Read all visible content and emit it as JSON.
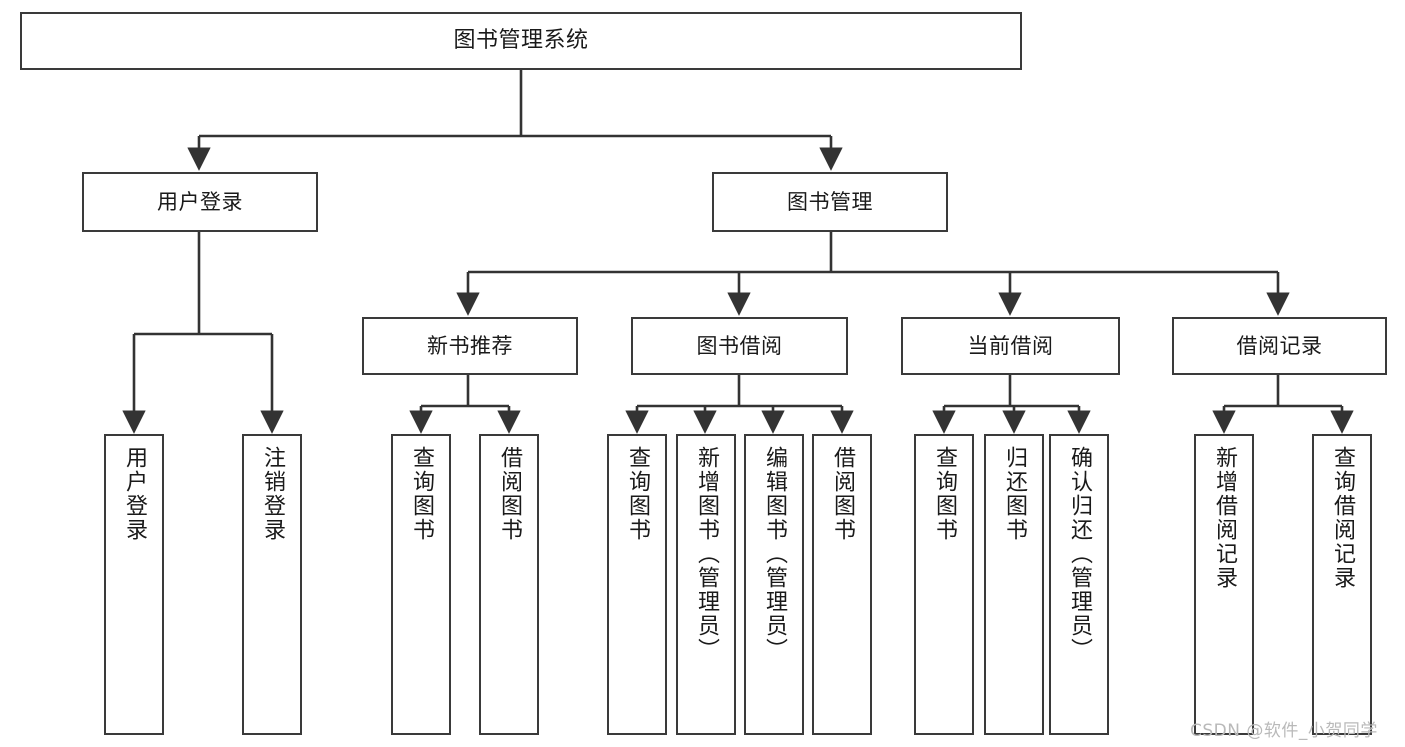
{
  "diagram": {
    "type": "hierarchy-tree",
    "title": "图书管理系统",
    "orientation": "top-down",
    "levels": 4,
    "colors": {
      "node_border": "#3a3a3a",
      "node_fill": "#ffffff",
      "connector": "#333333",
      "text": "#1a1a1a",
      "watermark": "#b9b9b9",
      "background": "#ffffff"
    },
    "root": {
      "label": "图书管理系统"
    },
    "level2": [
      {
        "label": "用户登录"
      },
      {
        "label": "图书管理"
      }
    ],
    "level3": [
      {
        "label": "新书推荐"
      },
      {
        "label": "图书借阅"
      },
      {
        "label": "当前借阅"
      },
      {
        "label": "借阅记录"
      }
    ],
    "leaves": {
      "user_login": [
        {
          "label": "用户登录"
        },
        {
          "label": "注销登录"
        }
      ],
      "new_book_recommend": [
        {
          "label": "查询图书"
        },
        {
          "label": "借阅图书"
        }
      ],
      "book_borrow": [
        {
          "label": "查询图书"
        },
        {
          "label": "新增图书（管理员）"
        },
        {
          "label": "编辑图书（管理员）"
        },
        {
          "label": "借阅图书"
        }
      ],
      "current_borrow": [
        {
          "label": "查询图书"
        },
        {
          "label": "归还图书"
        },
        {
          "label": "确认归还（管理员）"
        }
      ],
      "borrow_record": [
        {
          "label": "新增借阅记录"
        },
        {
          "label": "查询借阅记录"
        }
      ]
    }
  },
  "watermark": {
    "text": "CSDN @软件_小贺同学"
  }
}
